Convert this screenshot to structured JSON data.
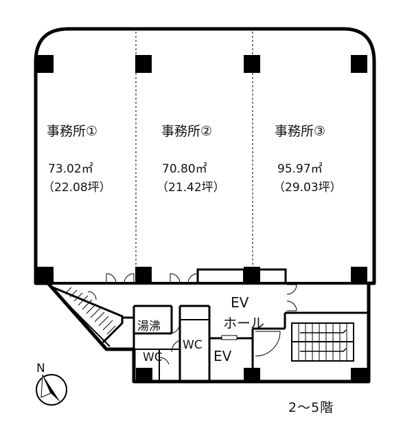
{
  "offices": [
    {
      "name": "事務所①",
      "area": "73.02㎡",
      "tsubo": "（22.08坪）"
    },
    {
      "name": "事務所②",
      "area": "70.80㎡",
      "tsubo": "（21.42坪）"
    },
    {
      "name": "事務所③",
      "area": "95.97㎡",
      "tsubo": "（29.03坪）"
    }
  ],
  "rooms": {
    "ev_hall_line1": "EV",
    "ev_hall_line2": "ホール",
    "kitchenette": "湯沸",
    "wc1": "WC",
    "wc2": "WC",
    "elevator": "EV"
  },
  "compass": {
    "north": "N"
  },
  "floor_label": "2～5階"
}
